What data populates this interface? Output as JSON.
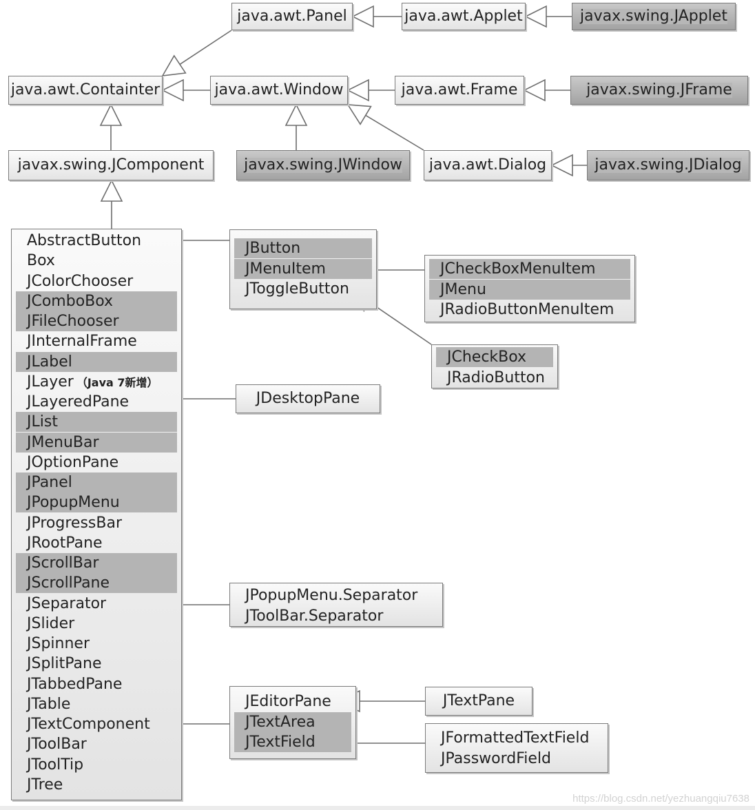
{
  "boxes": {
    "panel": "java.awt.Panel",
    "applet": "java.awt.Applet",
    "japplet": "javax.swing.JApplet",
    "container": "java.awt.Containter",
    "window": "java.awt.Window",
    "frame": "java.awt.Frame",
    "jframe": "javax.swing.JFrame",
    "jcomponent": "javax.swing.JComponent",
    "jwindow": "javax.swing.JWindow",
    "dialog": "java.awt.Dialog",
    "jdialog": "javax.swing.JDialog",
    "jdesktoppane": "JDesktopPane",
    "jtextpane": "JTextPane"
  },
  "jcomponent_subclasses": [
    {
      "label": "AbstractButton",
      "highlight": false
    },
    {
      "label": "Box",
      "highlight": false
    },
    {
      "label": "JColorChooser",
      "highlight": false
    },
    {
      "label": "JComboBox",
      "highlight": true
    },
    {
      "label": "JFileChooser",
      "highlight": true
    },
    {
      "label": "JInternalFrame",
      "highlight": false
    },
    {
      "label": "JLabel",
      "highlight": true
    },
    {
      "label": "JLayer",
      "note": "（Java 7新增）",
      "highlight": false
    },
    {
      "label": "JLayeredPane",
      "highlight": false
    },
    {
      "label": "JList",
      "highlight": true
    },
    {
      "label": "JMenuBar",
      "highlight": true
    },
    {
      "label": "JOptionPane",
      "highlight": false
    },
    {
      "label": "JPanel",
      "highlight": true
    },
    {
      "label": "JPopupMenu",
      "highlight": true
    },
    {
      "label": "JProgressBar",
      "highlight": false
    },
    {
      "label": "JRootPane",
      "highlight": false
    },
    {
      "label": "JScrollBar",
      "highlight": true
    },
    {
      "label": "JScrollPane",
      "highlight": true
    },
    {
      "label": "JSeparator",
      "highlight": false
    },
    {
      "label": "JSlider",
      "highlight": false
    },
    {
      "label": "JSpinner",
      "highlight": false
    },
    {
      "label": "JSplitPane",
      "highlight": false
    },
    {
      "label": "JTabbedPane",
      "highlight": false
    },
    {
      "label": "JTable",
      "highlight": false
    },
    {
      "label": "JTextComponent",
      "highlight": false
    },
    {
      "label": "JToolBar",
      "highlight": false
    },
    {
      "label": "JToolTip",
      "highlight": false
    },
    {
      "label": "JTree",
      "highlight": false
    }
  ],
  "button_group": [
    {
      "label": "JButton",
      "highlight": true
    },
    {
      "label": "JMenuItem",
      "highlight": true
    },
    {
      "label": "JToggleButton",
      "highlight": false
    }
  ],
  "menuitem_group": [
    {
      "label": "JCheckBoxMenuItem",
      "highlight": true
    },
    {
      "label": "JMenu",
      "highlight": true
    },
    {
      "label": "JRadioButtonMenuItem",
      "highlight": false
    }
  ],
  "toggle_group": [
    {
      "label": "JCheckBox",
      "highlight": true
    },
    {
      "label": "JRadioButton",
      "highlight": false
    }
  ],
  "separator_group": [
    {
      "label": "JPopupMenu.Separator",
      "highlight": false
    },
    {
      "label": "JToolBar.Separator",
      "highlight": false
    }
  ],
  "text_group": [
    {
      "label": "JEditorPane",
      "highlight": false
    },
    {
      "label": "JTextArea",
      "highlight": true
    },
    {
      "label": "JTextField",
      "highlight": true
    }
  ],
  "textfield_group": [
    {
      "label": "JFormattedTextField",
      "highlight": false
    },
    {
      "label": "JPasswordField",
      "highlight": false
    }
  ],
  "watermark": "https://blog.csdn.net/yezhuangqiu7638"
}
